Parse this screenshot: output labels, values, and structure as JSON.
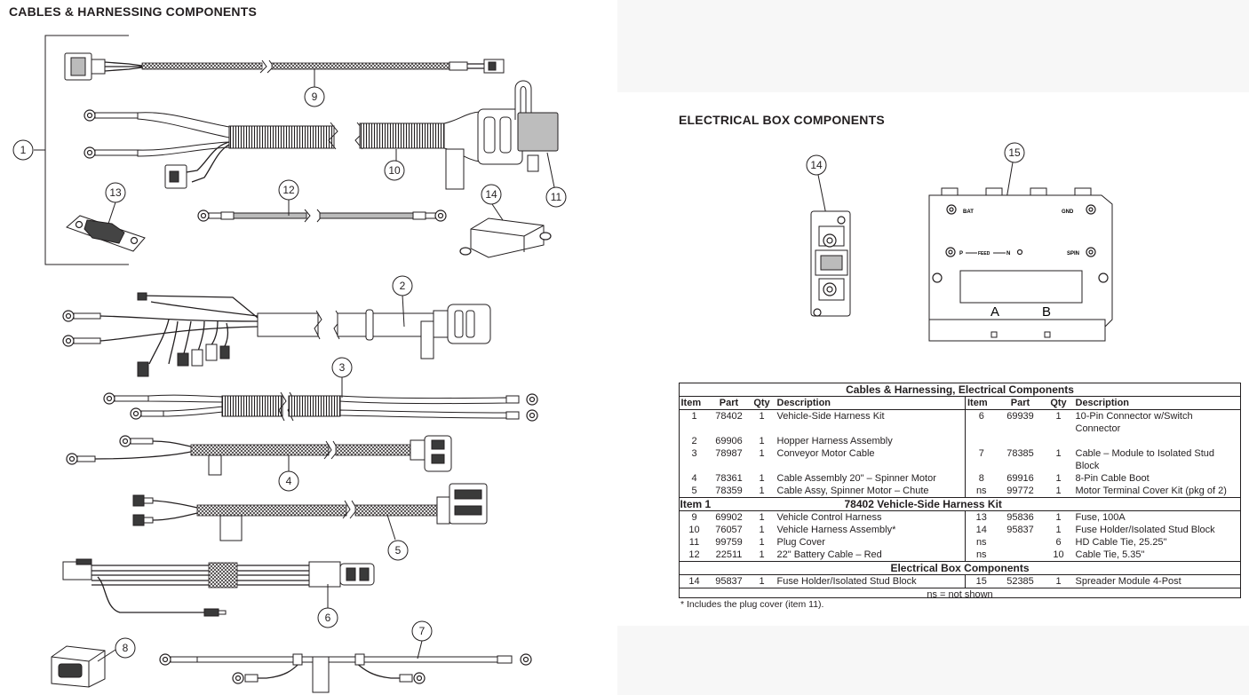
{
  "cables_section": {
    "title": "CABLES & HARNESSING COMPONENTS",
    "callouts": [
      "1",
      "2",
      "3",
      "4",
      "5",
      "6",
      "7",
      "8",
      "9",
      "10",
      "11",
      "12",
      "13",
      "14"
    ]
  },
  "electrical_section": {
    "title": "ELECTRICAL BOX COMPONENTS",
    "callouts": [
      "14",
      "15"
    ],
    "module_labels": {
      "bat": "BAT",
      "gnd": "GND",
      "spin": "SPIN",
      "feed": "FEED",
      "p": "P",
      "n": "N",
      "a": "A",
      "b": "B"
    }
  },
  "table": {
    "title": "Cables & Harnessing, Electrical Components",
    "headers": [
      "Item",
      "Part",
      "Qty",
      "Description",
      "Item",
      "Part",
      "Qty",
      "Description"
    ],
    "rows_a": [
      {
        "i1": "1",
        "p1": "78402",
        "q1": "1",
        "d1": "Vehicle-Side Harness Kit",
        "i2": "6",
        "p2": "69939",
        "q2": "1",
        "d2": "10-Pin Connector w/Switch Connector"
      },
      {
        "i1": "2",
        "p1": "69906",
        "q1": "1",
        "d1": "Hopper Harness Assembly",
        "i2": "",
        "p2": "",
        "q2": "",
        "d2": ""
      },
      {
        "i1": "3",
        "p1": "78987",
        "q1": "1",
        "d1": "Conveyor Motor Cable",
        "i2": "7",
        "p2": "78385",
        "q2": "1",
        "d2": "Cable – Module to Isolated Stud Block"
      },
      {
        "i1": "4",
        "p1": "78361",
        "q1": "1",
        "d1": "Cable Assembly 20\" – Spinner Motor",
        "i2": "8",
        "p2": "69916",
        "q2": "1",
        "d2": "8-Pin Cable Boot"
      },
      {
        "i1": "5",
        "p1": "78359",
        "q1": "1",
        "d1": "Cable Assy, Spinner Motor – Chute",
        "i2": "ns",
        "p2": "99772",
        "q2": "1",
        "d2": "Motor Terminal Cover Kit (pkg of 2)"
      }
    ],
    "band1": {
      "label": "Item 1",
      "title": "78402  Vehicle-Side Harness Kit"
    },
    "rows_b": [
      {
        "i1": "9",
        "p1": "69902",
        "q1": "1",
        "d1": "Vehicle Control Harness",
        "i2": "13",
        "p2": "95836",
        "q2": "1",
        "d2": "Fuse, 100A"
      },
      {
        "i1": "10",
        "p1": "76057",
        "q1": "1",
        "d1": "Vehicle Harness Assembly*",
        "i2": "14",
        "p2": "95837",
        "q2": "1",
        "d2": "Fuse Holder/Isolated Stud Block"
      },
      {
        "i1": "11",
        "p1": "99759",
        "q1": "1",
        "d1": "Plug Cover",
        "i2": "ns",
        "p2": "",
        "q2": "6",
        "d2": "HD Cable Tie, 25.25\""
      },
      {
        "i1": "12",
        "p1": "22511",
        "q1": "1",
        "d1": "22\" Battery Cable – Red",
        "i2": "ns",
        "p2": "",
        "q2": "10",
        "d2": "Cable Tie, 5.35\""
      }
    ],
    "band2": {
      "title": "Electrical Box Components"
    },
    "rows_c": [
      {
        "i1": "14",
        "p1": "95837",
        "q1": "1",
        "d1": "Fuse Holder/Isolated Stud Block",
        "i2": "15",
        "p2": "52385",
        "q2": "1",
        "d2": "Spreader Module 4-Post"
      }
    ],
    "ns_note": "ns = not shown",
    "footnote": "*  Includes the plug cover (item 11)."
  }
}
